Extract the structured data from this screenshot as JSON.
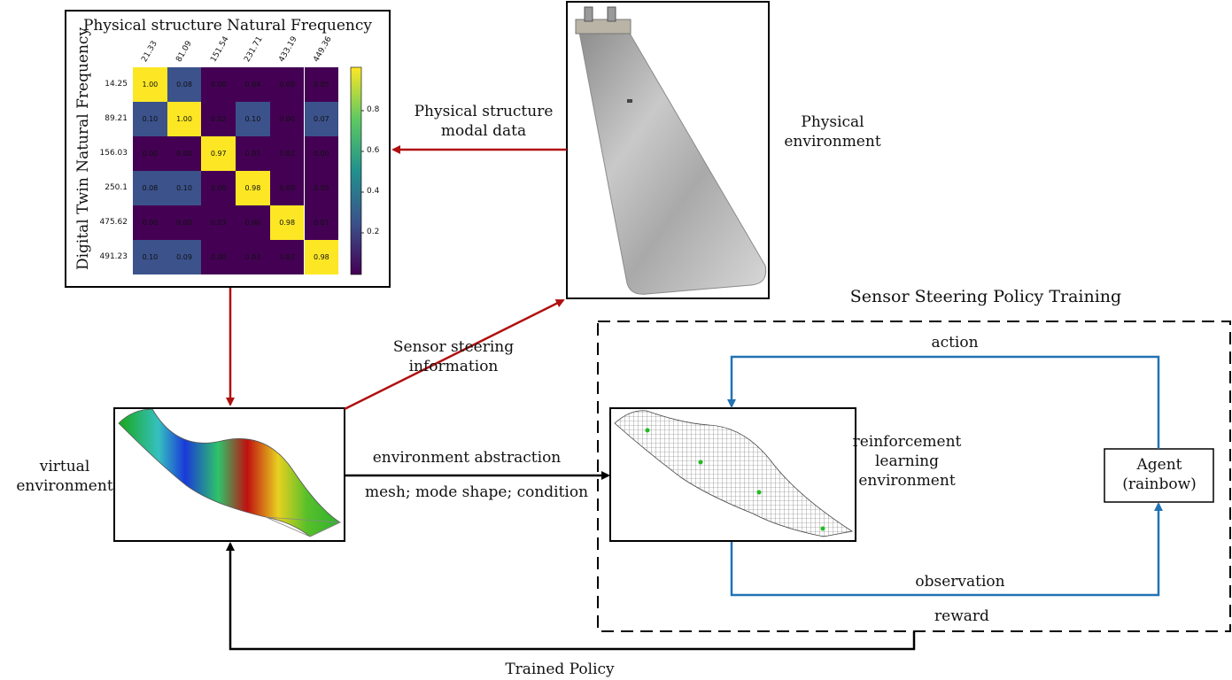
{
  "heatmap": {
    "title": "Physical structure Natural Frequency",
    "ylabel": "Digital Twin Natural Frequency",
    "columns": [
      "21.33",
      "81.09",
      "151.54",
      "231.71",
      "433.19",
      "449.36"
    ],
    "rows": [
      "14.25",
      "89.21",
      "156.03",
      "250.1",
      "475.62",
      "491.23"
    ],
    "values": [
      [
        "1.00",
        "0.08",
        "0.00",
        "0.04",
        "0.00",
        "0.05"
      ],
      [
        "0.10",
        "1.00",
        "0.02",
        "0.10",
        "0.00",
        "0.07"
      ],
      [
        "0.00",
        "0.00",
        "0.97",
        "0.01",
        "0.02",
        "0.00"
      ],
      [
        "0.08",
        "0.10",
        "0.00",
        "0.98",
        "0.00",
        "0.05"
      ],
      [
        "0.00",
        "0.00",
        "0.03",
        "0.00",
        "0.98",
        "0.01"
      ],
      [
        "0.10",
        "0.09",
        "0.00",
        "0.03",
        "0.02",
        "0.98"
      ]
    ],
    "colorbar_ticks": [
      "0.8",
      "0.6",
      "0.4",
      "0.2"
    ]
  },
  "labels": {
    "modal_data_1": "Physical structure",
    "modal_data_2": "modal data",
    "physical_env_1": "Physical",
    "physical_env_2": "environment",
    "sensor_steering_1": "Sensor steering",
    "sensor_steering_2": "information",
    "virtual_env_1": "virtual",
    "virtual_env_2": "environment",
    "env_abstraction": "environment abstraction",
    "mesh_info": "mesh; mode shape; condition",
    "training_title": "Sensor Steering Policy Training",
    "action": "action",
    "rl_env_1": "reinforcement",
    "rl_env_2": "learning",
    "rl_env_3": "environment",
    "agent_1": "Agent",
    "agent_2": "(rainbow)",
    "observation": "observation",
    "reward": "reward",
    "trained_policy": "Trained Policy"
  },
  "colors": {
    "red_arrow": "#b01010",
    "blue_arrow": "#2272b4",
    "black_arrow": "#000000",
    "cell_low": "#440154",
    "cell_mid": "#3b528b",
    "cell_high": "#fde725"
  }
}
